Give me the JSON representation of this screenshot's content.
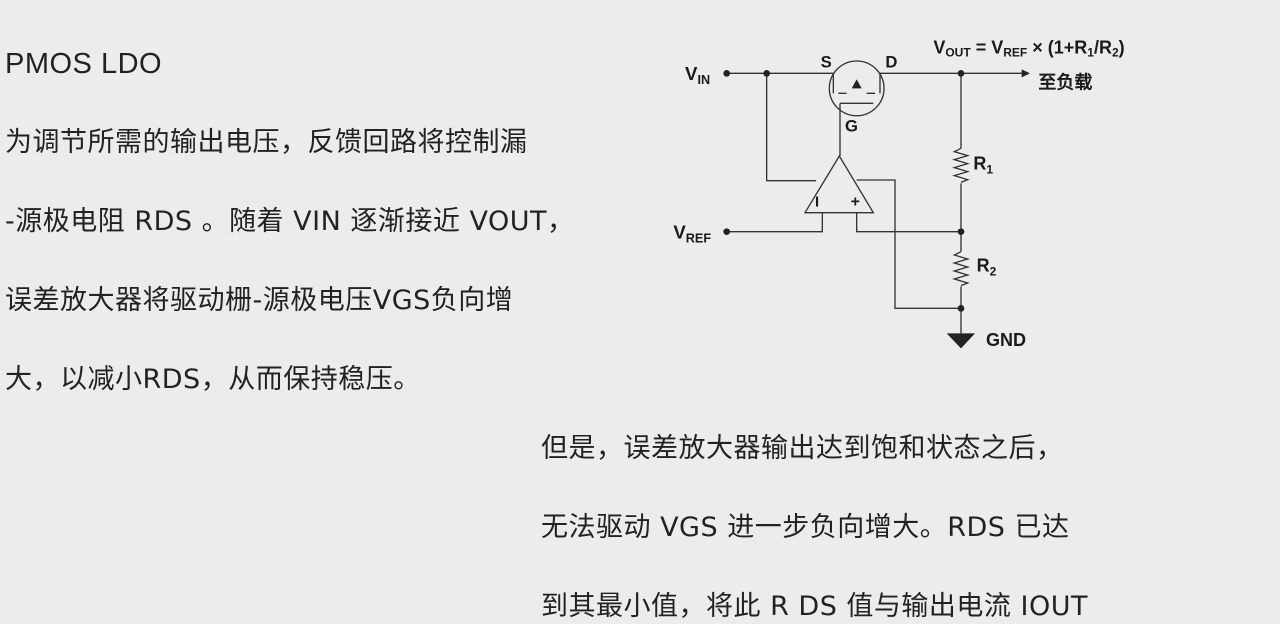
{
  "title": "PMOS LDO",
  "paragraph1": [
    "为调节所需的输出电压，反馈回路将控制漏",
    "-源极电阻 RDS 。随着 VIN 逐渐接近 VOUT，",
    "误差放大器将驱动栅-源极电压VGS负向增",
    "大，以减小RDS，从而保持稳压。"
  ],
  "paragraph2": [
    "但是，误差放大器输出达到饱和状态之后，",
    "无法驱动 VGS 进一步负向增大。RDS 已达",
    "到其最小值，将此 R DS 值与输出电流 IOUT"
  ],
  "diagram": {
    "vin": "V",
    "vin_sub": "IN",
    "vref": "V",
    "vref_sub": "REF",
    "s": "S",
    "d": "D",
    "g": "G",
    "formula_v": "V",
    "formula_out": "OUT",
    "formula_eq": " = V",
    "formula_ref": "REF",
    "formula_rest": " × (1+R",
    "formula_1": "1",
    "formula_slash": "/R",
    "formula_2": "2",
    "formula_close": ")",
    "to_load": "至负载",
    "r1": "R",
    "r1_sub": "1",
    "r2": "R",
    "r2_sub": "2",
    "gnd": "GND",
    "minus": "I",
    "plus": "+"
  }
}
